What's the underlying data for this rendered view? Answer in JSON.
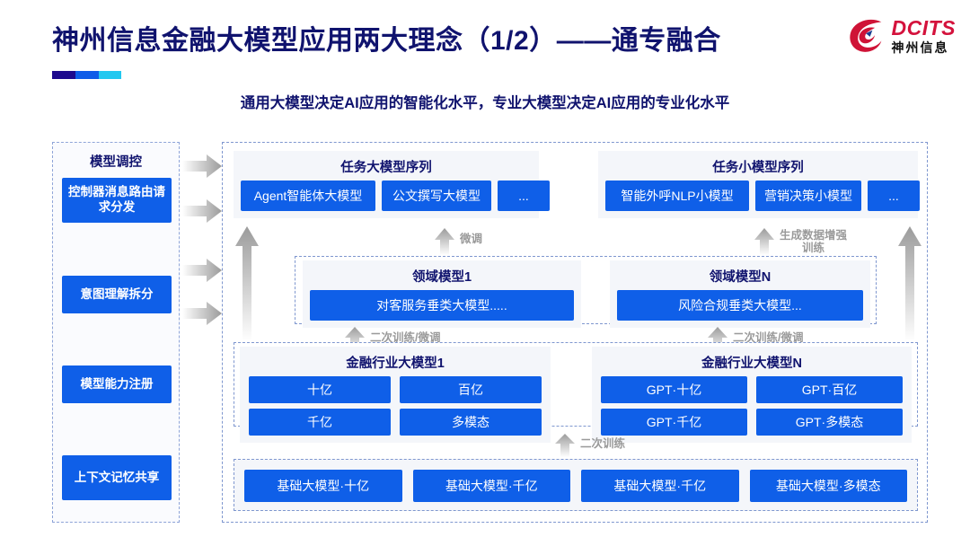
{
  "header": {
    "title": "神州信息金融大模型应用两大理念（1/2）——通专融合",
    "subtitle": "通用大模型决定AI应用的智能化水平，专业大模型决定AI应用的专业化水平",
    "logo_en": "DCITS",
    "logo_cn": "神州信息",
    "accent_navy": "#10136e",
    "accent_blue": "#0f5fe8",
    "accent_red": "#d4123c",
    "rule_colors": [
      "#1d0a8e",
      "#0d5ce8",
      "#22c8f0"
    ]
  },
  "rail": {
    "title": "模型调控",
    "items": [
      {
        "label": "控制器消息路由请求分发"
      },
      {
        "label": "意图理解拆分"
      },
      {
        "label": "模型能力注册"
      },
      {
        "label": "上下文记忆共享"
      }
    ]
  },
  "task_layer": {
    "left": {
      "title": "任务大模型序列",
      "chips": [
        "Agent智能体大模型",
        "公文撰写大模型",
        "..."
      ]
    },
    "right": {
      "title": "任务小模型序列",
      "chips": [
        "智能外呼NLP小模型",
        "营销决策小模型",
        "..."
      ]
    }
  },
  "domain_layer": {
    "left": {
      "title": "领域模型1",
      "chips": [
        "对客服务垂类大模型....."
      ]
    },
    "right": {
      "title": "领域模型N",
      "chips": [
        "风险合规垂类大模型..."
      ]
    }
  },
  "industry_layer": {
    "left": {
      "title": "金融行业大模型1",
      "chips": [
        "十亿",
        "百亿",
        "千亿",
        "多模态"
      ]
    },
    "right": {
      "title": "金融行业大模型N",
      "chips": [
        "GPT·十亿",
        "GPT·百亿",
        "GPT·千亿",
        "GPT·多模态"
      ]
    }
  },
  "base_layer": {
    "chips": [
      "基础大模型·十亿",
      "基础大模型·千亿",
      "基础大模型·千亿",
      "基础大模型·多模态"
    ]
  },
  "arrow_labels": {
    "finetune": "微调",
    "data_aug": "生成数据增强\n训练",
    "retrain_finetune_left": "二次训练/微调",
    "retrain_finetune_right": "二次训练/微调",
    "retrain": "二次训练"
  }
}
